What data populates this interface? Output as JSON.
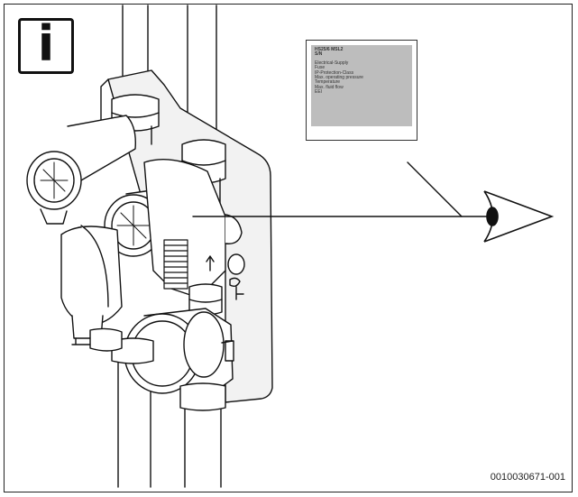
{
  "info_icon": {
    "icon": "info-icon",
    "glyph": "i"
  },
  "type_plate": {
    "model": "HS25/6 MSL2",
    "serial": "S/N",
    "lines": [
      "Electrical-Supply",
      "Fuse",
      "IP-Protection-Class",
      "Max. operating pressure",
      "Temperature",
      "Max. fluid flow",
      "EEI"
    ]
  },
  "eye_icon": "eye-icon",
  "reference_code": "0010030671-001"
}
